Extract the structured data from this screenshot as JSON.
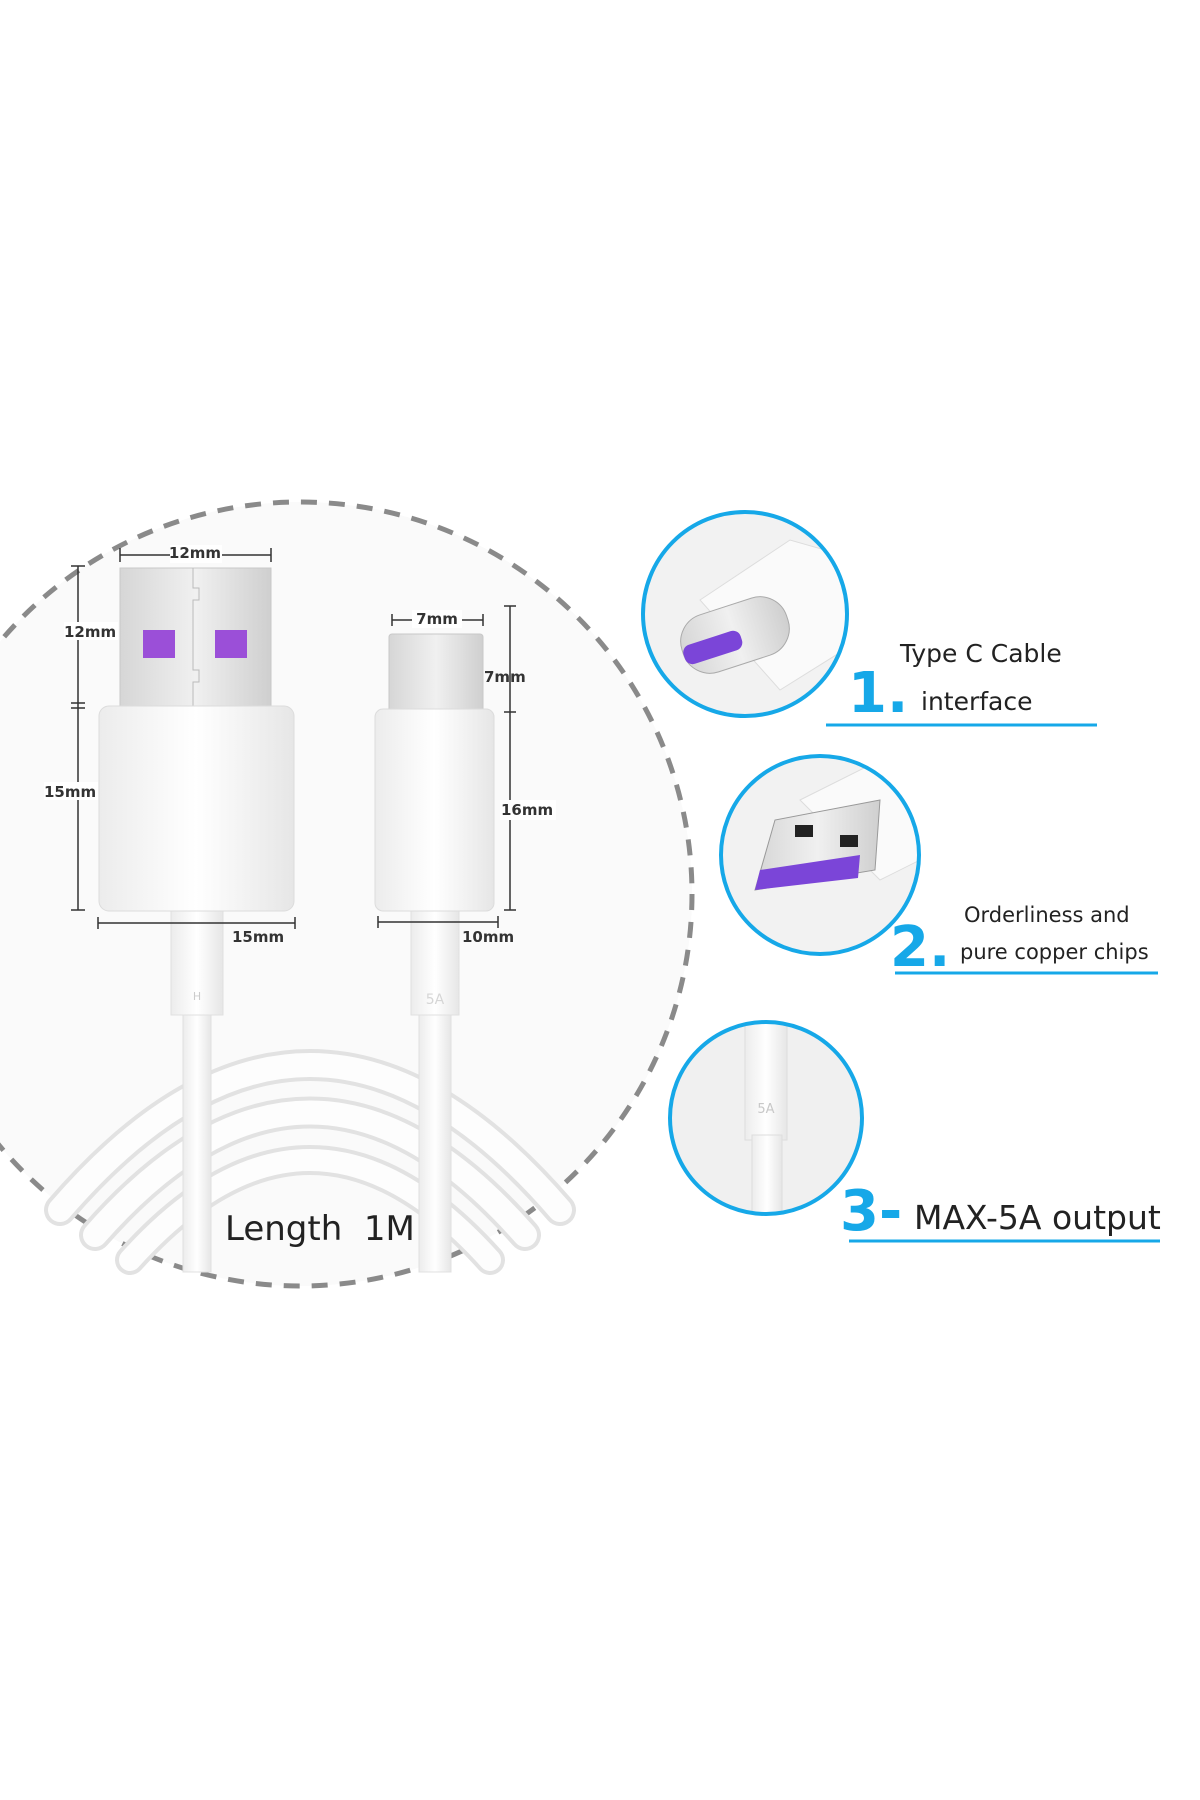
{
  "colors": {
    "accent_blue": "#16a8e8",
    "chip_purple": "#9b4fd8",
    "dashed_circle": "#8a8a8a"
  },
  "usb_a": {
    "width_label": "12mm",
    "tip_height_label": "12mm",
    "body_height_label": "15mm",
    "body_width_label": "15mm",
    "neck_mark": "H"
  },
  "type_c": {
    "width_label": "7mm",
    "tip_height_label": "7mm",
    "body_height_label": "16mm",
    "body_width_label": "10mm",
    "neck_mark": "5A"
  },
  "length_label": "Length  1M",
  "features": [
    {
      "number": "1.",
      "line1": "Type C Cable",
      "line2": "interface"
    },
    {
      "number": "2.",
      "line1": "Orderliness and",
      "line2": "pure copper chips"
    },
    {
      "number": "3-",
      "line1": "MAX-5A output",
      "cable_mark": "5A"
    }
  ]
}
